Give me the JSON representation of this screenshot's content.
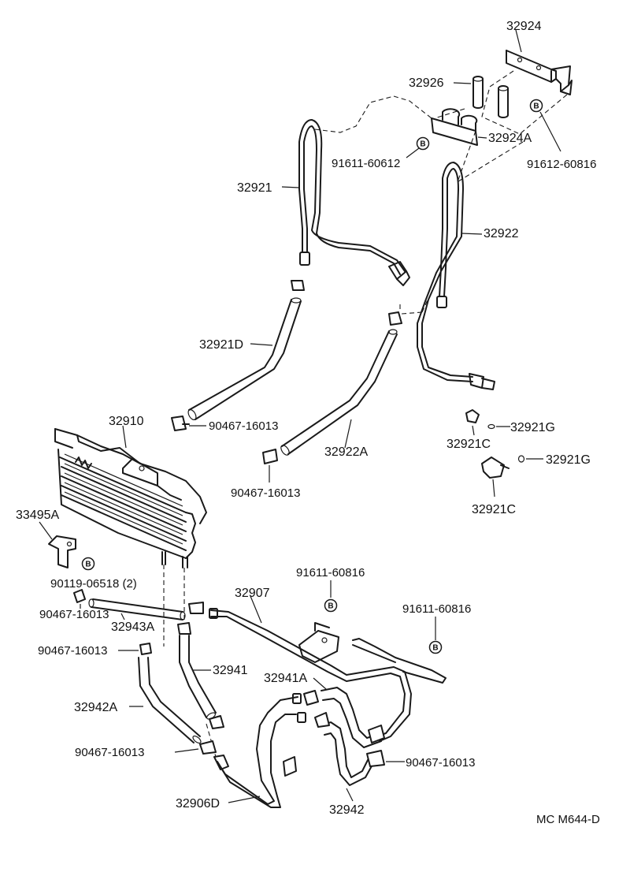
{
  "labels": {
    "p32924": "32924",
    "p32926": "32926",
    "p32924A": "32924A",
    "p91611_60612": "91611-60612",
    "p91612_60816": "91612-60816",
    "p32921": "32921",
    "p32922": "32922",
    "p32921D": "32921D",
    "p90467_a": "90467-16013",
    "p32922A": "32922A",
    "p90467_b": "90467-16013",
    "p32910": "32910",
    "p32921C_a": "32921C",
    "p32921G_a": "32921G",
    "p32921G_b": "32921G",
    "p32921C_b": "32921C",
    "p33495A": "33495A",
    "p90119": "90119-06518 (2)",
    "p90467_c": "90467-16013",
    "p32943A": "32943A",
    "p90467_d": "90467-16013",
    "p91611_60816_a": "91611-60816",
    "p32907": "32907",
    "p91611_60816_b": "91611-60816",
    "p32941": "32941",
    "p32941A": "32941A",
    "p32942A": "32942A",
    "p90467_e": "90467-16013",
    "p90467_f": "90467-16013",
    "p32906D": "32906D",
    "p32942": "32942"
  },
  "badge_letter": "B",
  "diagram_code": "MC M644-D"
}
